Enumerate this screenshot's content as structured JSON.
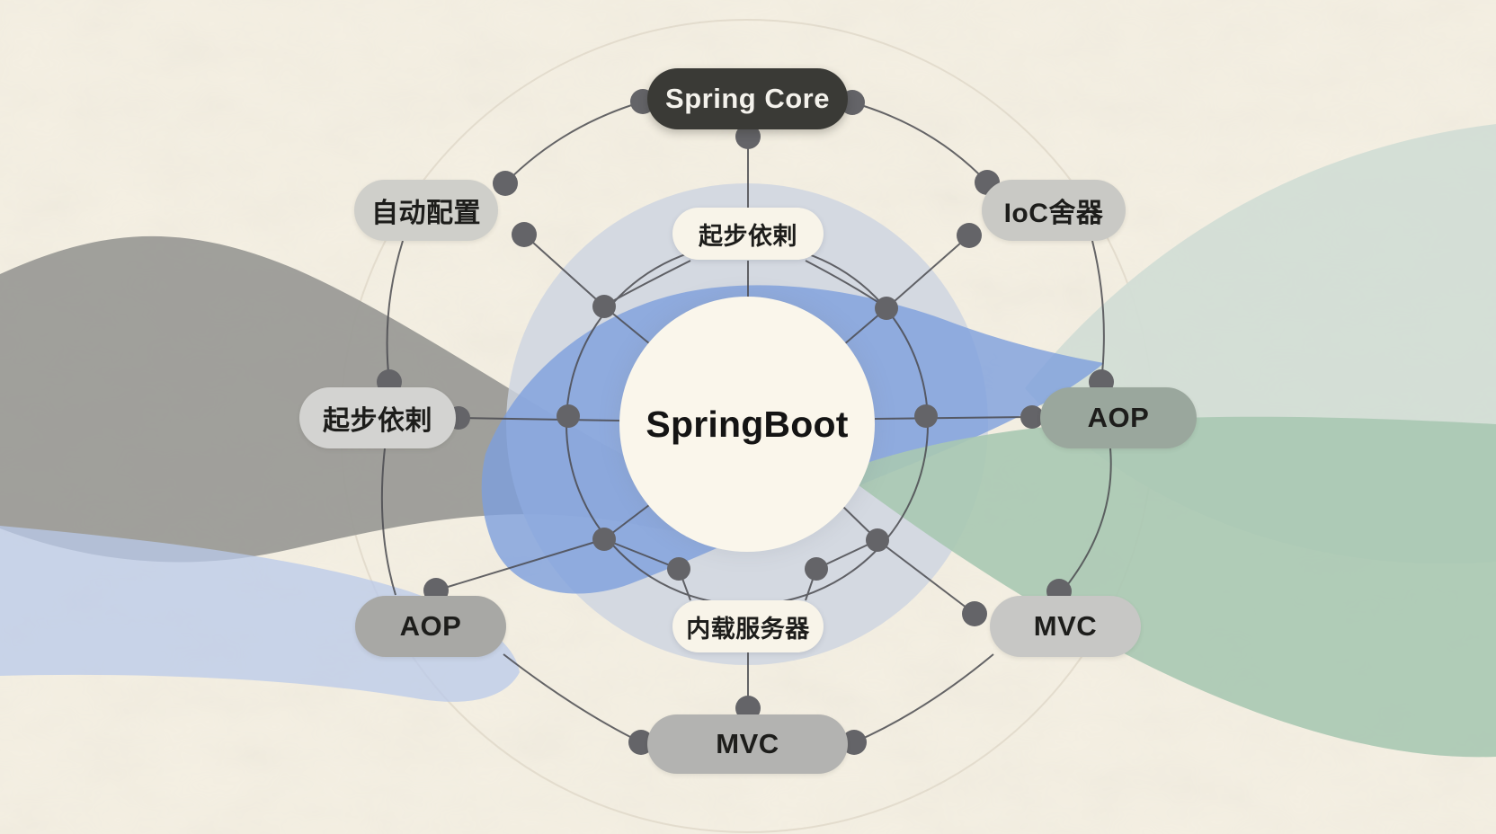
{
  "diagram": {
    "center": {
      "label": "SpringBoot"
    },
    "nodes": [
      {
        "id": "spring-core",
        "label": "Spring Core",
        "variant": "dark",
        "color": "#3a3a36"
      },
      {
        "id": "auto-config",
        "label": "自动配置",
        "variant": "gray",
        "color": "#cfcfca"
      },
      {
        "id": "ioc-container",
        "label": "IoC舍器",
        "variant": "gray",
        "color": "#c9c9c5"
      },
      {
        "id": "starter-inner",
        "label": "起步依剌",
        "variant": "cream",
        "color": "#f8f4e9"
      },
      {
        "id": "starter-left",
        "label": "起步依剌",
        "variant": "gray",
        "color": "#d3d3d1"
      },
      {
        "id": "aop-right",
        "label": "AOP",
        "variant": "green-gray",
        "color": "#9aa79d"
      },
      {
        "id": "aop-left",
        "label": "AOP",
        "variant": "gray",
        "color": "#a8a8a5"
      },
      {
        "id": "embedded-server",
        "label": "内载服务器",
        "variant": "cream",
        "color": "#f8f4e9"
      },
      {
        "id": "mvc-right",
        "label": "MVC",
        "variant": "gray",
        "color": "#c7c7c5"
      },
      {
        "id": "mvc-bottom",
        "label": "MVC",
        "variant": "gray",
        "color": "#b3b3b1"
      }
    ]
  },
  "palette": {
    "paper": "#f4efe2",
    "center_circle": "#faf6eb",
    "disc": "#cdd4e1",
    "ribbon_gray": "#9b9b97",
    "ribbon_blue_vivid": "#7d9fdd",
    "ribbon_blue_pale": "#b9c9ea",
    "ribbon_green_vivid": "#a9c8b3",
    "ribbon_sage_pale": "#d2ddd5",
    "line": "#4b4b50",
    "dot": "#646468",
    "faint_circle": "#ded7c8"
  }
}
